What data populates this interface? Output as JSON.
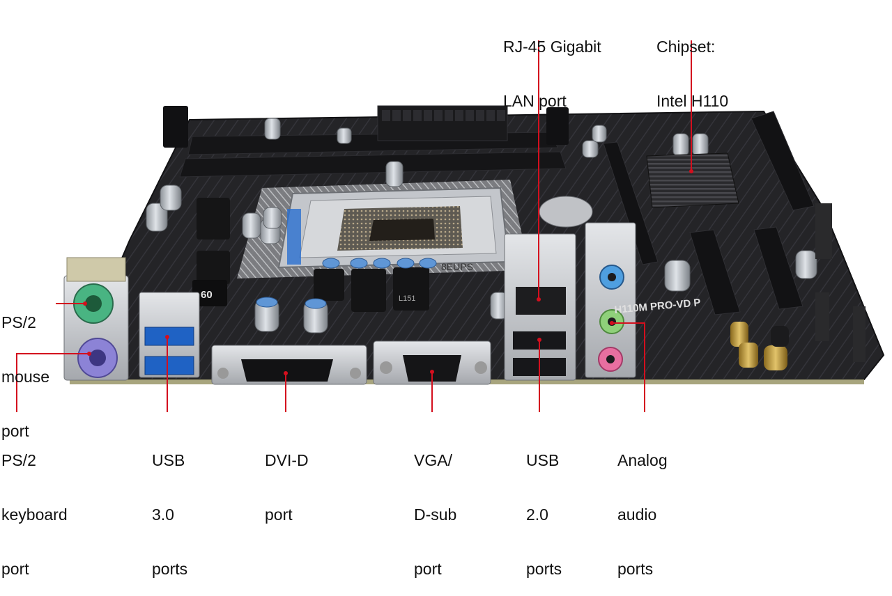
{
  "board": {
    "model_text": "H110M PRO-VD P",
    "chip_label": "60",
    "coil_label": "L151",
    "socket_label": "8EUPS"
  },
  "callouts": [
    {
      "id": "rj45",
      "lines": [
        "RJ-45 Gigabit",
        "LAN port"
      ]
    },
    {
      "id": "chipset",
      "lines": [
        "Chipset:",
        "Intel H110"
      ]
    },
    {
      "id": "ps2-mouse",
      "lines": [
        "PS/2",
        "mouse",
        "port"
      ]
    },
    {
      "id": "ps2-keyboard",
      "lines": [
        "PS/2",
        "keyboard",
        "port"
      ]
    },
    {
      "id": "usb3",
      "lines": [
        "USB",
        "3.0",
        "ports"
      ]
    },
    {
      "id": "dvi",
      "lines": [
        "DVI-D",
        "port"
      ]
    },
    {
      "id": "vga",
      "lines": [
        "VGA/",
        "D-sub",
        "port"
      ]
    },
    {
      "id": "usb2",
      "lines": [
        "USB",
        "2.0",
        "ports"
      ]
    },
    {
      "id": "audio",
      "lines": [
        "Analog",
        "audio",
        "ports"
      ]
    }
  ],
  "colors": {
    "pcb": "#1d1d1f",
    "pcb_trace": "#3a3a3e",
    "leader": "#d40f1e",
    "ps2_mouse": "#49b482",
    "ps2_keyboard": "#8c83d6",
    "usb3_blue": "#1f62c4",
    "audio_blue": "#4f9fe0",
    "audio_green": "#8fd07a",
    "audio_pink": "#e86fa0",
    "metal": "#c9cbcf"
  }
}
